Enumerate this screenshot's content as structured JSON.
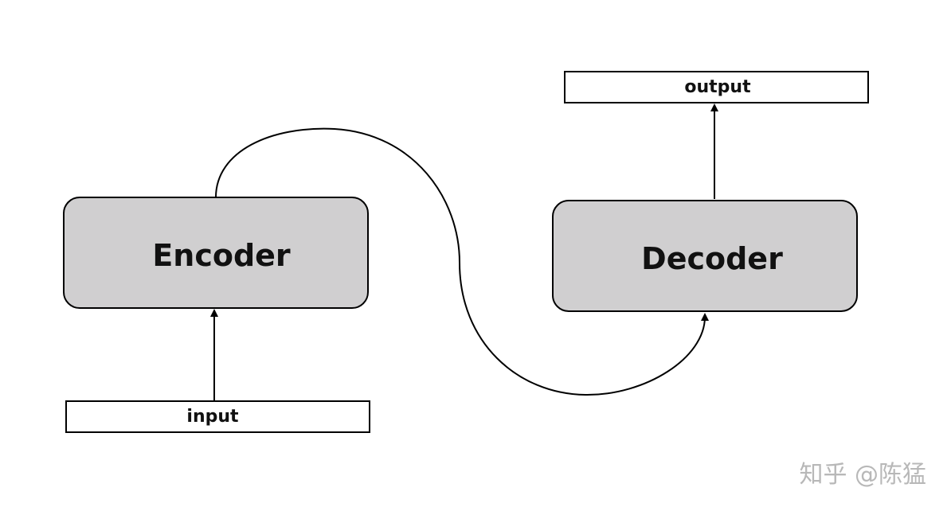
{
  "diagram": {
    "encoder": {
      "label": "Encoder"
    },
    "decoder": {
      "label": "Decoder"
    },
    "input": {
      "label": "input"
    },
    "output": {
      "label": "output"
    }
  },
  "watermark": {
    "text": "知乎 @陈猛"
  },
  "colors": {
    "block_fill": "#d0cfd0",
    "stroke": "#000000",
    "background": "#ffffff"
  }
}
